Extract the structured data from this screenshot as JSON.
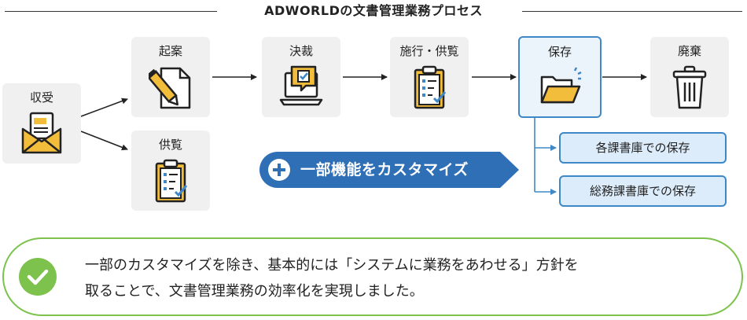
{
  "title": "ADWORLDの文書管理業務プロセス",
  "steps": {
    "receive": {
      "label": "収受",
      "icon": "envelope-document-icon"
    },
    "draft": {
      "label": "起案",
      "icon": "pen-document-icon"
    },
    "approve": {
      "label": "決裁",
      "icon": "laptop-check-icon"
    },
    "enforce": {
      "label": "施行・供覧",
      "icon": "clipboard-checklist-icon"
    },
    "store": {
      "label": "保存",
      "icon": "open-folder-icon"
    },
    "dispose": {
      "label": "廃棄",
      "icon": "trash-can-icon"
    },
    "circulate": {
      "label": "供覧",
      "icon": "clipboard-checklist-icon"
    }
  },
  "storage_options": [
    "各課書庫での保存",
    "総務課書庫での保存"
  ],
  "customization_label": "一部機能をカスタマイズ",
  "note": {
    "line1": "一部のカスタマイズを除き、基本的には「システムに業務をあわせる」方針を",
    "line2": "取ることで、文書管理業務の効率化を実現しました。"
  },
  "colors": {
    "accent_blue": "#3e88c7",
    "pill_blue": "#2f6fb6",
    "light_blue": "#dcecfb",
    "icon_yellow": "#f3bd3c",
    "note_green": "#7cc24c",
    "step_gray": "#f0f0f0"
  }
}
